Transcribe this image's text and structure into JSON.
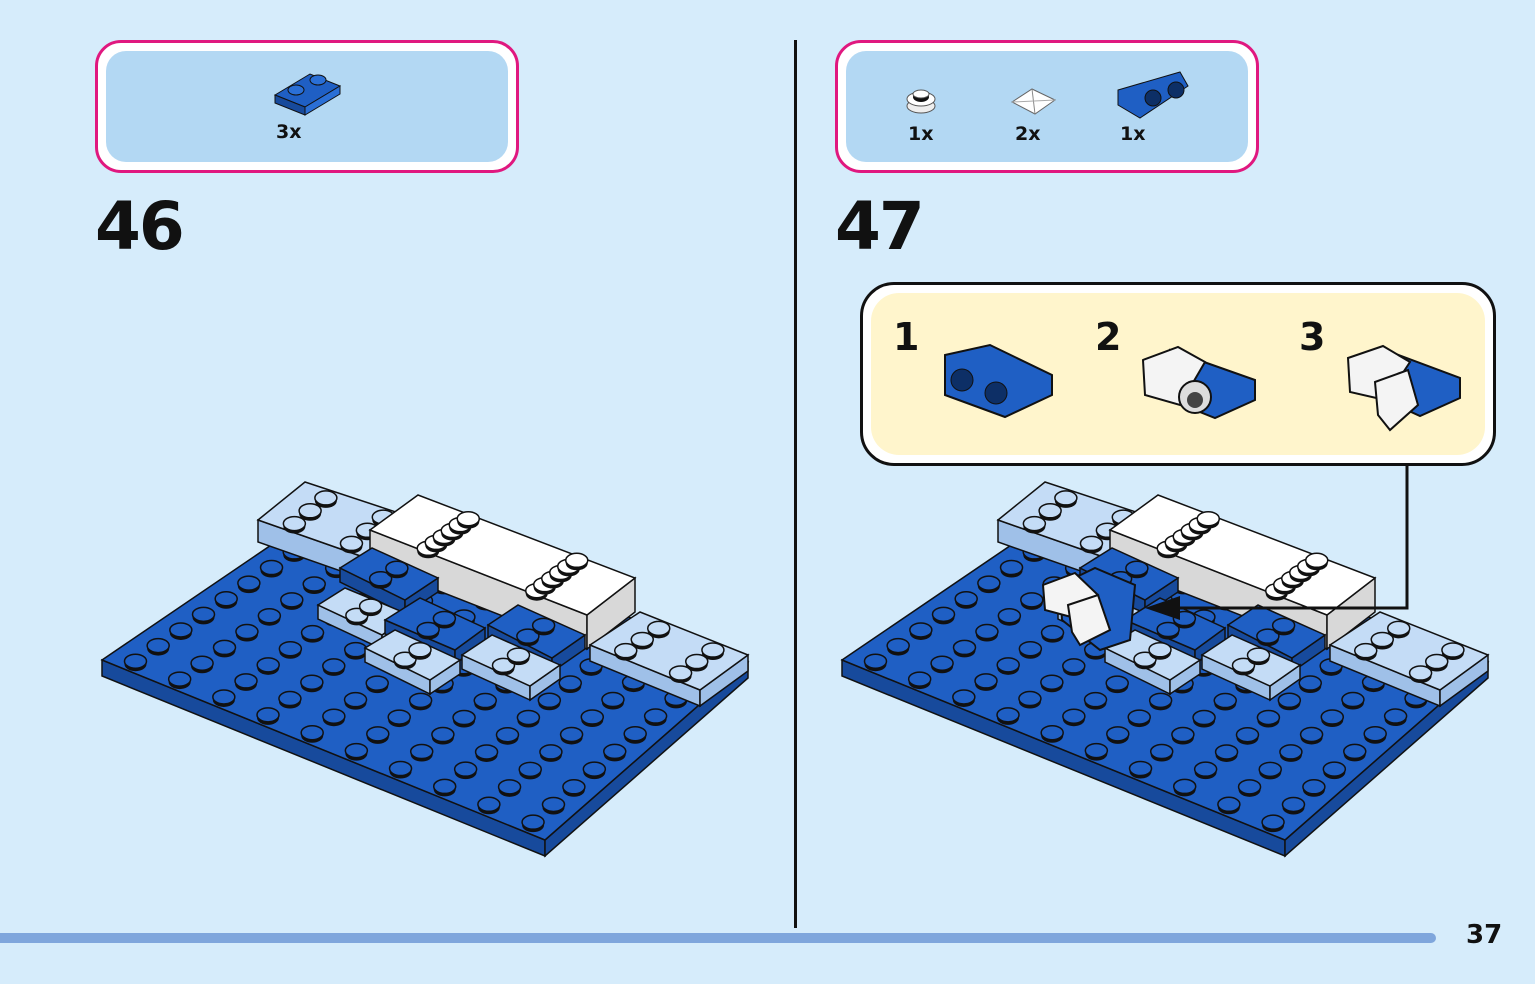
{
  "colors": {
    "background": "#d6ecfb",
    "parts_box_border": "#e0187f",
    "parts_box_fill": "#b3d8f3",
    "callout_fill": "#fff5cc",
    "progress": "#7fa6dc",
    "brick_blue": "#1f5fc4",
    "brick_light": "#c4dcf6",
    "brick_white": "#ffffff"
  },
  "step46": {
    "number": "46",
    "parts": [
      {
        "icon": "blue-plate-1x2-icon",
        "qty": "3x"
      }
    ]
  },
  "step47": {
    "number": "47",
    "parts": [
      {
        "icon": "white-round-plate-icon",
        "qty": "1x"
      },
      {
        "icon": "white-pyramid-tile-icon",
        "qty": "2x"
      },
      {
        "icon": "blue-bracket-icon",
        "qty": "1x"
      }
    ],
    "substeps": [
      "1",
      "2",
      "3"
    ]
  },
  "page_number": "37"
}
